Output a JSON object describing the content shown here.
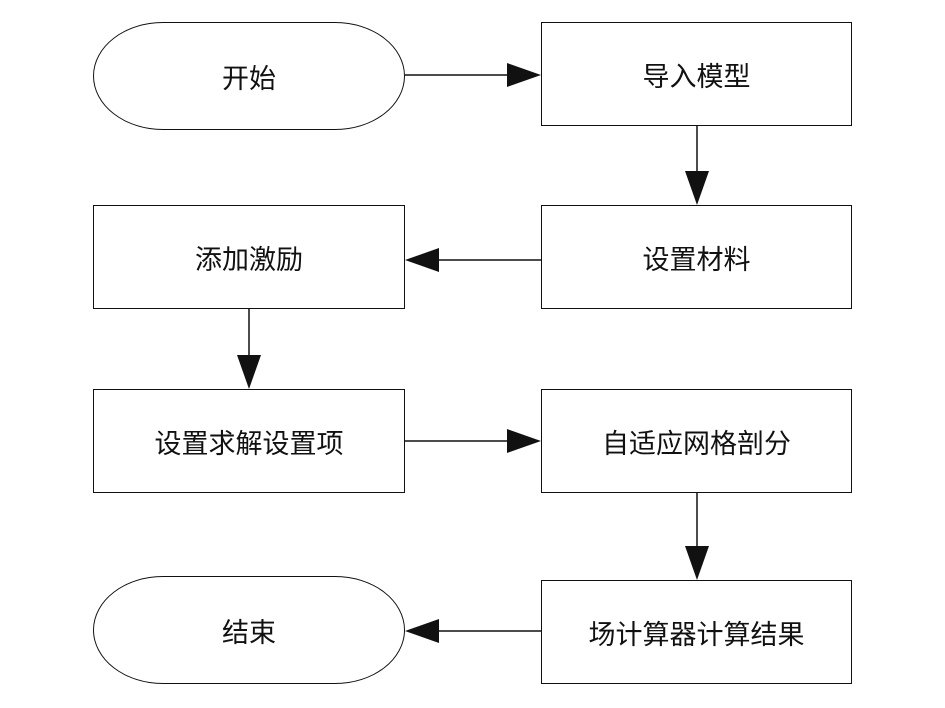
{
  "diagram": {
    "nodes": [
      {
        "id": "start",
        "label": "开始",
        "shape": "terminal"
      },
      {
        "id": "import-model",
        "label": "导入模型",
        "shape": "process"
      },
      {
        "id": "set-material",
        "label": "设置材料",
        "shape": "process"
      },
      {
        "id": "add-excitation",
        "label": "添加激励",
        "shape": "process"
      },
      {
        "id": "solver-setup",
        "label": "设置求解设置项",
        "shape": "process"
      },
      {
        "id": "adaptive-mesh",
        "label": "自适应网格剖分",
        "shape": "process"
      },
      {
        "id": "field-calculator",
        "label": "场计算器计算结果",
        "shape": "process"
      },
      {
        "id": "end",
        "label": "结束",
        "shape": "terminal"
      }
    ],
    "edges": [
      {
        "from": "start",
        "to": "import-model"
      },
      {
        "from": "import-model",
        "to": "set-material"
      },
      {
        "from": "set-material",
        "to": "add-excitation"
      },
      {
        "from": "add-excitation",
        "to": "solver-setup"
      },
      {
        "from": "solver-setup",
        "to": "adaptive-mesh"
      },
      {
        "from": "adaptive-mesh",
        "to": "field-calculator"
      },
      {
        "from": "field-calculator",
        "to": "end"
      }
    ],
    "line_color": "#111111"
  }
}
